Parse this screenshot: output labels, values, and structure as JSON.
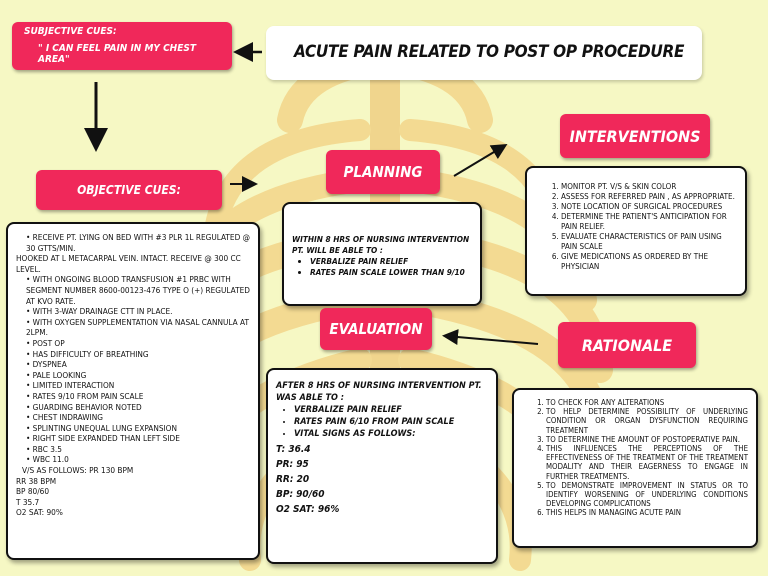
{
  "subjective": {
    "title": "SUBJECTIVE CUES:",
    "quote": "\" I CAN FEEL PAIN IN MY CHEST AREA\""
  },
  "diagnosis": "ACUTE PAIN RELATED TO POST OP PROCEDURE",
  "objective": {
    "title": "OBJECTIVE CUES:",
    "items": [
      {
        "text": "RECEIVE PT. LYING ON BED WITH #3 PLR 1L REGULATED @ 30 GTTS/MIN.",
        "bullet": true
      },
      {
        "text": "HOOKED AT L METACARPAL VEIN. INTACT. RECEIVE @ 300 CC LEVEL.",
        "bullet": false
      },
      {
        "text": "WITH ONGOING BLOOD TRANSFUSION #1 PRBC WITH SEGMENT NUMBER 8600-00123-476 TYPE O (+) REGULATED AT KVO RATE.",
        "bullet": true
      },
      {
        "text": "WITH 3-WAY DRAINAGE CTT IN PLACE.",
        "bullet": true
      },
      {
        "text": "WITH OXYGEN SUPPLEMENTATION VIA NASAL CANNULA AT 2LPM.",
        "bullet": true
      },
      {
        "text": "POST OP",
        "bullet": true
      },
      {
        "text": "HAS DIFFICULTY OF BREATHING",
        "bullet": true
      },
      {
        "text": "DYSPNEA",
        "bullet": true
      },
      {
        "text": "PALE LOOKING",
        "bullet": true
      },
      {
        "text": "LIMITED INTERACTION",
        "bullet": true
      },
      {
        "text": "RATES 9/10 FROM PAIN SCALE",
        "bullet": true
      },
      {
        "text": "GUARDING BEHAVIOR NOTED",
        "bullet": true
      },
      {
        "text": "CHEST INDRAWING",
        "bullet": true
      },
      {
        "text": "SPLINTING UNEQUAL LUNG EXPANSION",
        "bullet": true
      },
      {
        "text": "RIGHT SIDE EXPANDED THAN LEFT SIDE",
        "bullet": true
      },
      {
        "text": "RBC 3.5",
        "bullet": true
      },
      {
        "text": "WBC 11.0",
        "bullet": true
      }
    ],
    "vitals": [
      "V/S AS FOLLOWS:  PR 130 BPM",
      "RR 38 BPM",
      "BP 80/60",
      "T 35.7",
      "O2 SAT: 90%"
    ]
  },
  "planning": {
    "title": "PLANNING",
    "intro": "WITHIN 8 HRS OF NURSING INTERVENTION PT. WILL BE ABLE TO :",
    "items": [
      "VERBALIZE PAIN RELIEF",
      "RATES PAIN SCALE LOWER THAN 9/10"
    ]
  },
  "interventions": {
    "title": "INTERVENTIONS",
    "items": [
      "MONITOR PT. V/S  & SKIN COLOR",
      "ASSESS FOR REFERRED PAIN , AS APPROPRIATE.",
      "NOTE LOCATION OF SURGICAL PROCEDURES",
      "DETERMINE THE PATIENT'S ANTICIPATION FOR PAIN RELIEF.",
      "EVALUATE CHARACTERISTICS OF PAIN USING PAIN SCALE",
      "GIVE MEDICATIONS AS ORDERED BY THE PHYSICIAN"
    ]
  },
  "evaluation": {
    "title": "EVALUATION",
    "intro": "AFTER 8 HRS OF NURSING INTERVENTION PT. WAS  ABLE TO :",
    "items": [
      "VERBALIZE PAIN RELIEF",
      "RATES PAIN 6/10 FROM PAIN SCALE",
      "VITAL SIGNS AS FOLLOWS:"
    ],
    "vitals": [
      "T:  36.4",
      "PR: 95",
      "RR: 20",
      "BP: 90/60",
      "O2 SAT: 96%"
    ]
  },
  "rationale": {
    "title": "RATIONALE",
    "items": [
      "TO CHECK FOR ANY ALTERATIONS",
      "TO HELP DETERMINE POSSIBILITY OF UNDERLYING CONDITION OR ORGAN DYSFUNCTION REQUIRING TREATMENT",
      "TO DETERMINE THE AMOUNT OF POSTOPERATIVE PAIN.",
      "THIS INFLUENCES THE PERCEPTIONS OF THE EFFECTIVENESS OF THE TREATMENT OF THE TREATMENT MODALITY AND THEIR EAGERNESS TO ENGAGE IN FURTHER TREATMENTS.",
      "TO DEMONSTRATE IMPROVEMENT IN STATUS OR TO IDENTIFY WORSENING OF UNDERLYING CONDITIONS DEVELOPING COMPLICATIONS",
      "THIS HELPS IN MANAGING ACUTE PAIN"
    ]
  },
  "colors": {
    "accent": "#f0285a",
    "background": "#f6f8c4",
    "watermark": "#f3d98a"
  }
}
